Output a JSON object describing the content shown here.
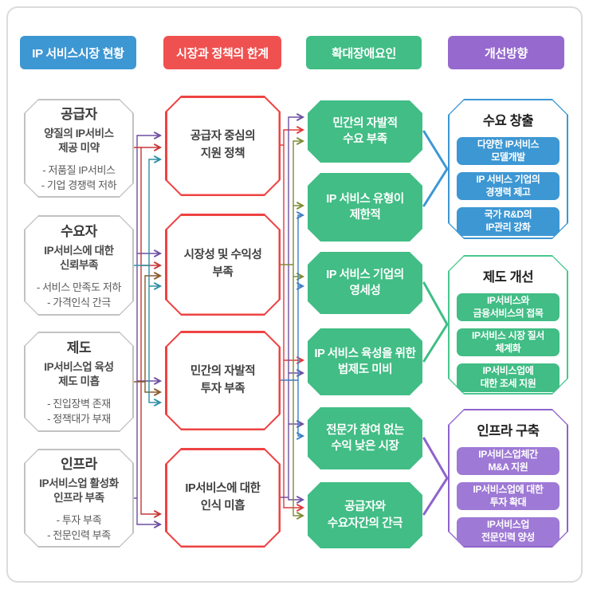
{
  "colors": {
    "header_blue": "#3d97d3",
    "header_red": "#ef5150",
    "header_green": "#41bd85",
    "header_purple": "#9569ce",
    "box_border_gray": "#c2c2c2",
    "box_border_red": "#ee4343",
    "box_fill_green": "#41bd85",
    "group_border_blue": "#3d97d3",
    "group_border_green": "#49c78f",
    "group_border_purple": "#8f63cc",
    "item_purple": "#9e79d5",
    "wire_red": "#c93636",
    "wire_teal": "#2e8fa5",
    "wire_brown": "#8a5a2a",
    "wire_purple": "#6d4fa1",
    "wire_mid_red": "#e03a3a",
    "wire_olive": "#7f8c35",
    "wire_mid_blue": "#3e7fc1"
  },
  "columns": {
    "current": {
      "header": "IP 서비스시장 현황",
      "boxes": [
        {
          "title": "공급자",
          "subtitle": "양질의 IP서비스\n제공 미약",
          "bullets": [
            "- 저품질 IP서비스",
            "- 기업 경쟁력 저하"
          ]
        },
        {
          "title": "수요자",
          "subtitle": "IP서비스에 대한\n신뢰부족",
          "bullets": [
            "- 서비스 만족도 저하",
            "- 가격인식 간극"
          ]
        },
        {
          "title": "제도",
          "subtitle": "IP서비스업 육성\n제도 미흡",
          "bullets": [
            "- 진입장벽 존재",
            "- 정잭대가 부재"
          ]
        },
        {
          "title": "인프라",
          "subtitle": "IP서비스업 활성화\n인프라 부족",
          "bullets": [
            "- 투자 부족",
            "- 전문인력 부족"
          ]
        }
      ]
    },
    "limits": {
      "header": "시장과 정책의 한계",
      "boxes": [
        {
          "label": "공급자 중심의\n지원 정책"
        },
        {
          "label": "시장성 및 수익성\n부족"
        },
        {
          "label": "민간의 자발적\n투자 부족"
        },
        {
          "label": "IP서비스에 대한\n인식 미흡"
        }
      ]
    },
    "obstacles": {
      "header": "확대장애요인",
      "boxes": [
        {
          "label": "민간의 자발적\n수요 부족"
        },
        {
          "label": "IP 서비스 유형이\n제한적"
        },
        {
          "label": "IP 서비스 기업의\n영세성"
        },
        {
          "label": "IP 서비스 육성을 위한\n법제도 미비"
        },
        {
          "label": "전문가 참여 없는\n수익 낮은 시장"
        },
        {
          "label": "공급자와\n수요자간의 간극"
        }
      ]
    },
    "improvements": {
      "header": "개선방향",
      "groups": [
        {
          "title": "수요 창출",
          "items": [
            "다양한 IP서비스\n모델개발",
            "IP 서비스 기업의\n경쟁력 제고",
            "국가 R&D의\nIP관리 강화"
          ]
        },
        {
          "title": "제도 개선",
          "items": [
            "IP서비스와\n금융서비스의 접목",
            "IP서비스 시장 질서\n체계화",
            "IP서비스업에\n대한 조세 지원"
          ]
        },
        {
          "title": "인프라 구축",
          "items": [
            "IP서비스업체간\nM&A 지원",
            "IP서비스업에 대한\n투자 확대",
            "IP서비스업\n전문인력 양성"
          ]
        }
      ]
    }
  }
}
